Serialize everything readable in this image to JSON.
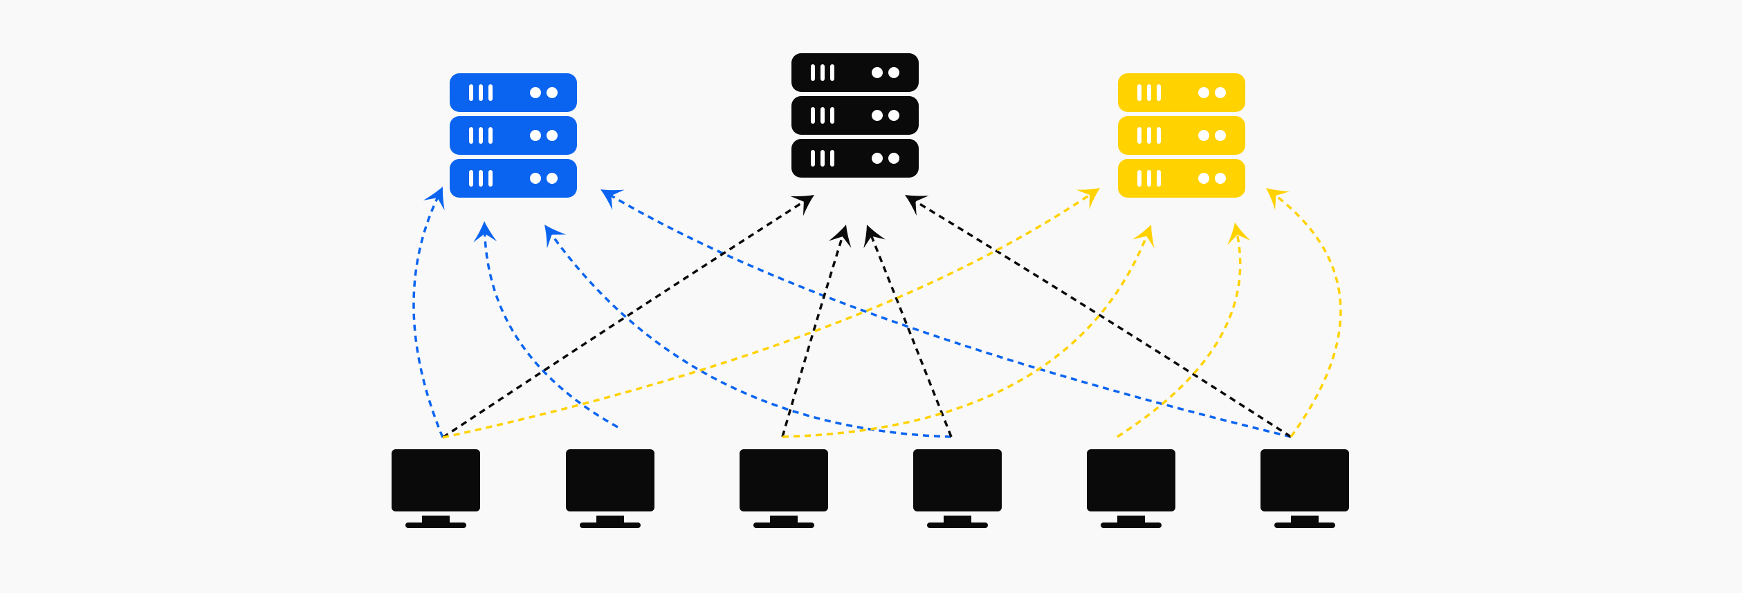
{
  "colors": {
    "background": "#f9f9f9",
    "blue": "#0a64f0",
    "black": "#0a0a0a",
    "yellow": "#ffd200",
    "server_light": "#ffffff"
  },
  "servers": [
    {
      "id": "server-blue",
      "color_key": "blue",
      "icon": "server-rack-icon"
    },
    {
      "id": "server-black",
      "color_key": "black",
      "icon": "server-rack-icon"
    },
    {
      "id": "server-yellow",
      "color_key": "yellow",
      "icon": "server-rack-icon"
    }
  ],
  "clients": [
    {
      "id": "client-1",
      "icon": "desktop-monitor-icon"
    },
    {
      "id": "client-2",
      "icon": "desktop-monitor-icon"
    },
    {
      "id": "client-3",
      "icon": "desktop-monitor-icon"
    },
    {
      "id": "client-4",
      "icon": "desktop-monitor-icon"
    },
    {
      "id": "client-5",
      "icon": "desktop-monitor-icon"
    },
    {
      "id": "client-6",
      "icon": "desktop-monitor-icon"
    }
  ],
  "connections": [
    {
      "from": "client-1",
      "to": "server-blue",
      "color_key": "blue",
      "style": "dashed-arrow"
    },
    {
      "from": "client-2",
      "to": "server-blue",
      "color_key": "blue",
      "style": "dashed-arrow"
    },
    {
      "from": "client-4",
      "to": "server-blue",
      "color_key": "blue",
      "style": "dashed-arrow"
    },
    {
      "from": "client-6",
      "to": "server-blue",
      "color_key": "blue",
      "style": "dashed-arrow"
    },
    {
      "from": "client-1",
      "to": "server-black",
      "color_key": "black",
      "style": "dashed-arrow"
    },
    {
      "from": "client-3",
      "to": "server-black",
      "color_key": "black",
      "style": "dashed-arrow"
    },
    {
      "from": "client-4",
      "to": "server-black",
      "color_key": "black",
      "style": "dashed-arrow"
    },
    {
      "from": "client-6",
      "to": "server-black",
      "color_key": "black",
      "style": "dashed-arrow"
    },
    {
      "from": "client-1",
      "to": "server-yellow",
      "color_key": "yellow",
      "style": "dashed-arrow"
    },
    {
      "from": "client-3",
      "to": "server-yellow",
      "color_key": "yellow",
      "style": "dashed-arrow"
    },
    {
      "from": "client-5",
      "to": "server-yellow",
      "color_key": "yellow",
      "style": "dashed-arrow"
    },
    {
      "from": "client-6",
      "to": "server-yellow",
      "color_key": "yellow",
      "style": "dashed-arrow"
    }
  ]
}
